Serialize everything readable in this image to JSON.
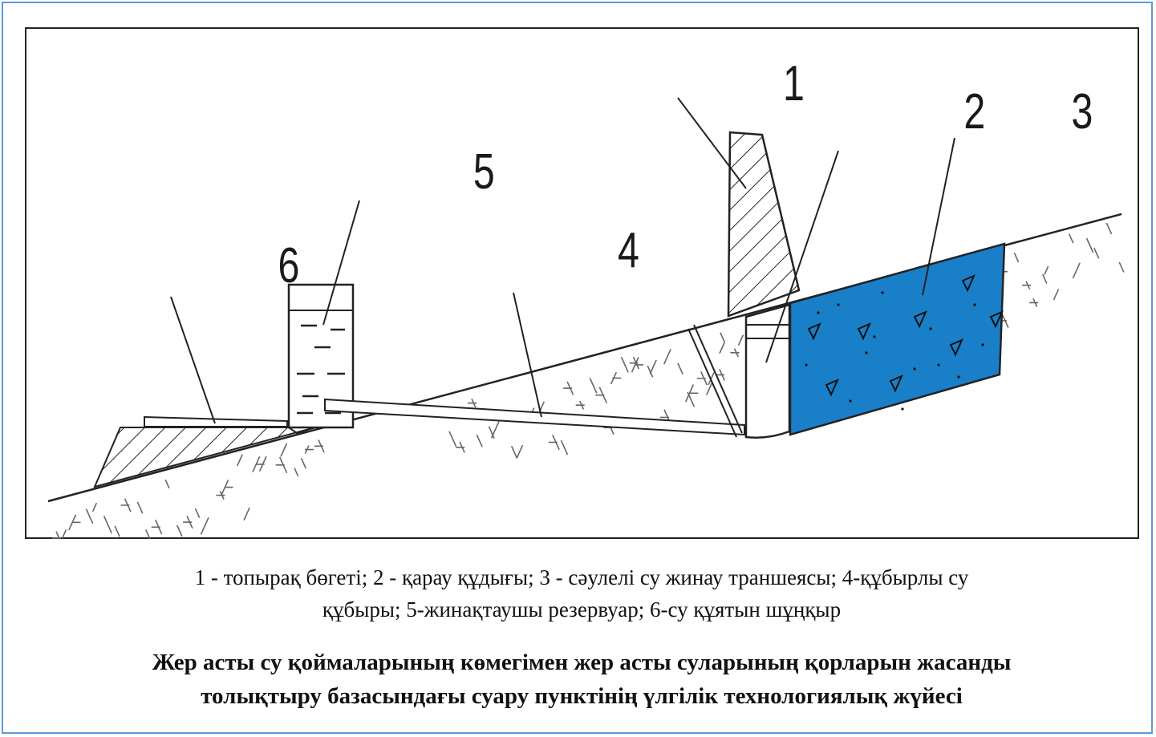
{
  "labels": {
    "n1": "1",
    "n2": "2",
    "n3": "3",
    "n4": "4",
    "n5": "5",
    "n6": "6"
  },
  "legend_line1": "1 - топырақ бөгеті; 2 - қарау құдығы; 3 - сәулелі су жинау траншеясы; 4-құбырлы су",
  "legend_line2": "құбыры; 5-жинақтаушы резервуар; 6-су құятын шұңқыр",
  "caption_line1": "Жер асты су қоймаларының көмегімен жер асты суларының қорларын жасанды",
  "caption_line2": "толықтыру базасындағы суару пунктінің үлгілік технологиялық жүйесі",
  "colors": {
    "frame_border": "#5b9bd5",
    "trench_fill": "#1a7fc9",
    "line": "#222222"
  }
}
